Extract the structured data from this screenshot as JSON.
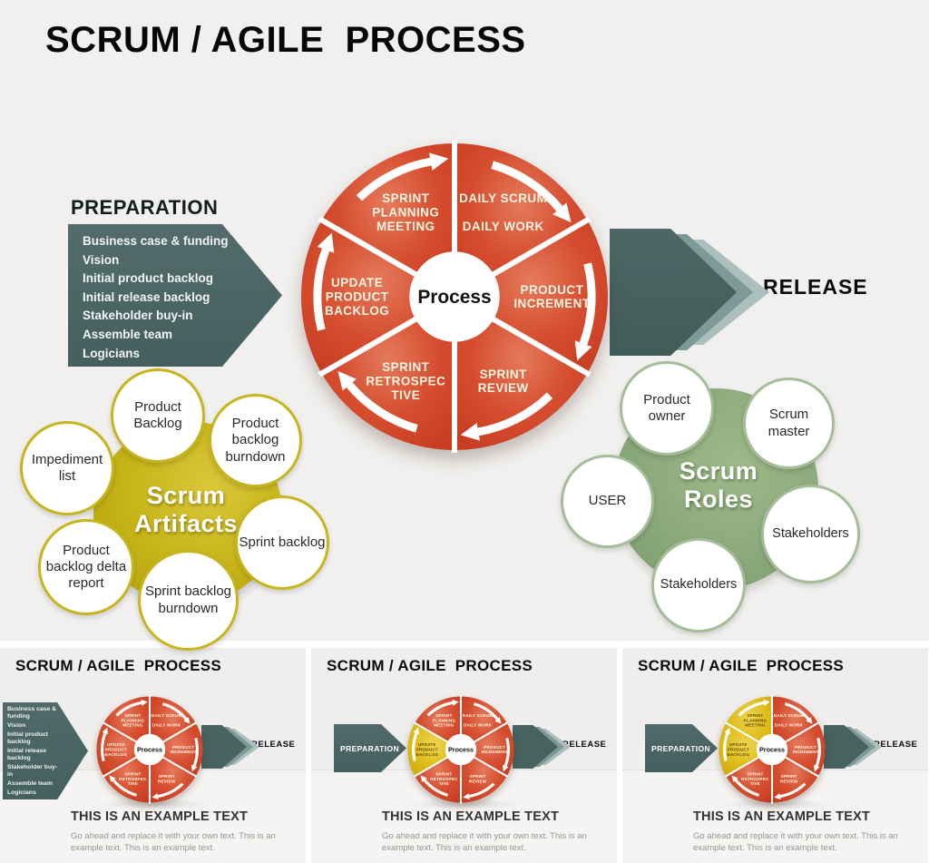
{
  "title": "SCRUM / AGILE  PROCESS",
  "preparation": {
    "heading": "PREPARATION",
    "items": [
      "Business case & funding",
      "Vision",
      "Initial product backlog",
      "Initial release backlog",
      "Stakeholder buy-in",
      "Assemble team",
      "Logicians"
    ]
  },
  "process_wheel": {
    "center": "Process",
    "segments": [
      "DAILY SCRUM\n\nDAILY WORK",
      "PRODUCT\nINCREMENT",
      "SPRINT\nREVIEW",
      "SPRINT\nRETROSPEC\nTIVE",
      "UPDATE\nPRODUCT\nBACKLOG",
      "SPRINT\nPLANNING\nMEETING"
    ]
  },
  "release_label": "RELEASE",
  "artifacts": {
    "title": "Scrum\nArtifacts",
    "items": [
      "Product\nBacklog",
      "Product\nbacklog\nburndown",
      "Impediment\nlist",
      "Sprint backlog",
      "Product\nbacklog delta\nreport",
      "Sprint backlog\nburndown"
    ]
  },
  "roles": {
    "title": "Scrum\nRoles",
    "items": [
      "Product\nowner",
      "Scrum\nmaster",
      "USER",
      "Stakeholders",
      "Stakeholders"
    ]
  },
  "thumbnails": [
    {
      "title": "SCRUM / AGILE  PROCESS",
      "list_items": [
        "Business case & funding",
        "Vision",
        "Initial product backlog",
        "Initial release backlog",
        "Stakeholder buy-in",
        "Assemble team",
        "Logicians"
      ],
      "release": "RELEASE",
      "heading": "THIS IS AN EXAMPLE TEXT",
      "body": "Go ahead and replace it with your own text. This is an\nexample text. This is an example text.",
      "highlight": []
    },
    {
      "title": "SCRUM / AGILE  PROCESS",
      "arrow_label": "PREPARATION",
      "release": "RELEASE",
      "heading": "THIS IS AN EXAMPLE TEXT",
      "body": "Go ahead and replace it with your own text. This is an\nexample text. This is an example text.",
      "highlight": [
        4
      ]
    },
    {
      "title": "SCRUM / AGILE  PROCESS",
      "arrow_label": "PREPARATION",
      "release": "RELEASE",
      "heading": "THIS IS AN EXAMPLE TEXT",
      "body": "Go ahead and replace it with your own text. This is an\nexample text. This is an example text.",
      "highlight": [
        4,
        5
      ]
    }
  ],
  "colors": {
    "background": "#f1f0ee",
    "teal_arrow": "#4b6463",
    "chevron_dark": "#47625f",
    "chevron_mid": "#7e9997",
    "chevron_light": "#abc0bd",
    "wheel_red": "#d54c2e",
    "wheel_red_light": "#e57a5c",
    "wheel_red_dark": "#c63d22",
    "wheel_yellow": "#ddbb18",
    "wheel_yellow_light": "#efd54f",
    "wheel_yellow_dark": "#cda90c",
    "wheel_text_on_red": "#fdf6e2",
    "wheel_text_on_yellow": "#5f4e08",
    "artifacts_yellow": "#c7b51a",
    "roles_green": "#8aa97b"
  }
}
